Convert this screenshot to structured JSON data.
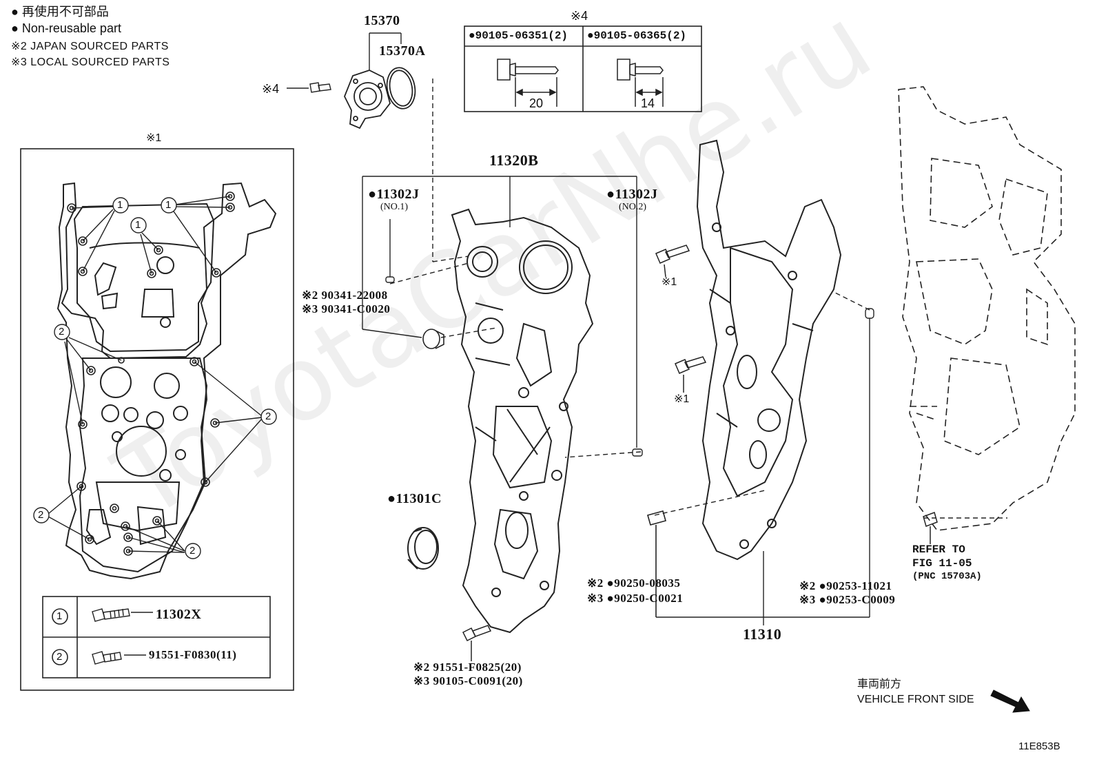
{
  "legend": {
    "jp_nonreusable": "● 再使用不可部品",
    "nonreusable": "● Non-reusable part",
    "japan": "※2 JAPAN SOURCED PARTS",
    "local": "※3 LOCAL SOURCED PARTS"
  },
  "note_marks": {
    "n1": "※1",
    "n4": "※4"
  },
  "bolt_table": {
    "col1_part": "●90105-06351(2)",
    "col2_part": "●90105-06365(2)",
    "col1_len": "20",
    "col2_len": "14"
  },
  "parts": {
    "p15370": "15370",
    "p15370A": "15370A",
    "p11320B": "11320B",
    "p11302J_1": "●11302J",
    "p11302J_1_sub": "(NO.1)",
    "p11302J_2": "●11302J",
    "p11302J_2_sub": "(NO.2)",
    "p90341_2": "※2 90341-22008",
    "p90341_3": "※3 90341-C0020",
    "p11301C": "●11301C",
    "p91551_2": "※2 91551-F0825(20)",
    "p90105_3": "※3 90105-C0091(20)",
    "p90250_2": "※2 ●90250-08035",
    "p90250_3": "※3 ●90250-C0021",
    "p90253_2": "※2 ●90253-11021",
    "p90253_3": "※3 ●90253-C0009",
    "p11310": "11310",
    "p11302X": "11302X",
    "p91551_f0830": "91551-F0830(11)",
    "refer1": "REFER TO",
    "refer2": "FIG 11-05",
    "refer3": "(PNC 15703A)"
  },
  "callouts": {
    "c1": "1",
    "c2": "2"
  },
  "front": {
    "jp": "車両前方",
    "en": "VEHICLE FRONT SIDE"
  },
  "figure_id": "11E853B",
  "watermark": "ToyotaCarNhe.ru"
}
